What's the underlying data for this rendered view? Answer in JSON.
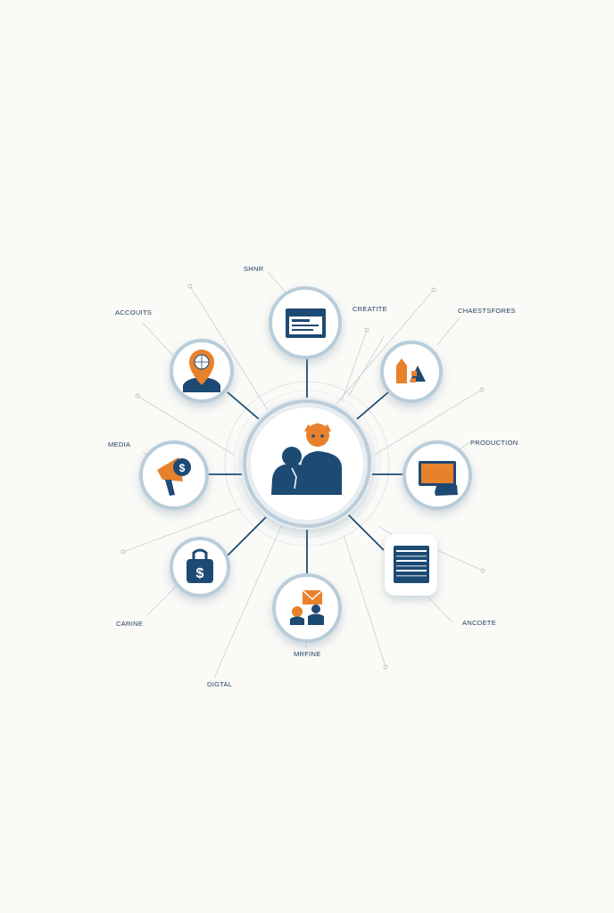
{
  "colors": {
    "background": "#fafaf7",
    "navy": "#1c4a73",
    "orange": "#e8812c",
    "ring": "#b9cdd9",
    "connector": "#1c4a73",
    "leader": "#c9ced3"
  },
  "hub": {
    "icon": "two-people-icon"
  },
  "nodes": [
    {
      "id": "top",
      "icon": "browser-window-icon"
    },
    {
      "id": "top-right",
      "icon": "shapes-icon"
    },
    {
      "id": "right",
      "icon": "monitor-hand-icon"
    },
    {
      "id": "bottom-right",
      "icon": "server-list-icon"
    },
    {
      "id": "bottom",
      "icon": "people-message-icon"
    },
    {
      "id": "bottom-left",
      "icon": "money-bag-icon"
    },
    {
      "id": "left",
      "icon": "megaphone-icon"
    },
    {
      "id": "top-left",
      "icon": "location-person-icon"
    }
  ],
  "labels": {
    "shnr": "SHNR",
    "creatite": "CREATITE",
    "chaestsfores": "CHAESTSFORES",
    "accounts": "ACCOUITS",
    "media": "MEDIA",
    "production": "PRODUCTION",
    "carine": "CARINE",
    "ancdete": "ANCDETE",
    "mrfine": "MRFINE",
    "digital": "DIGTAL"
  }
}
